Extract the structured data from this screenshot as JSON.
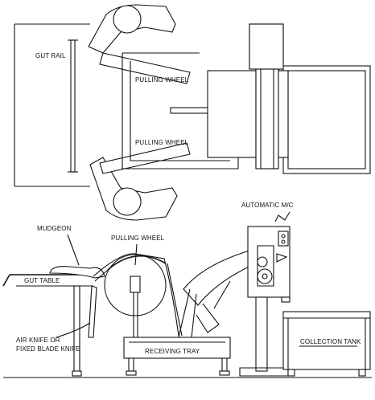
{
  "labels": {
    "gut_rail": "GUT RAIL",
    "pulling_wheel_top": "PULLING WHEEL",
    "pulling_wheel_bottom": "PULLING WHEEL",
    "automatic_mc": "AUTOMATIC M/C",
    "mudgeon": "MUDGEON",
    "pulling_wheel_side": "PULLING WHEEL",
    "gut_table": "GUT TABLE",
    "air_knife_line1": "AIR KNIFE  OR",
    "air_knife_line2": "FIXED BLADE KNIFE",
    "receiving_tray": "RECEIVING TRAY",
    "collection_tank": "COLLECTION TANK"
  },
  "colors": {
    "ink": "#111111",
    "paper": "#ffffff"
  }
}
